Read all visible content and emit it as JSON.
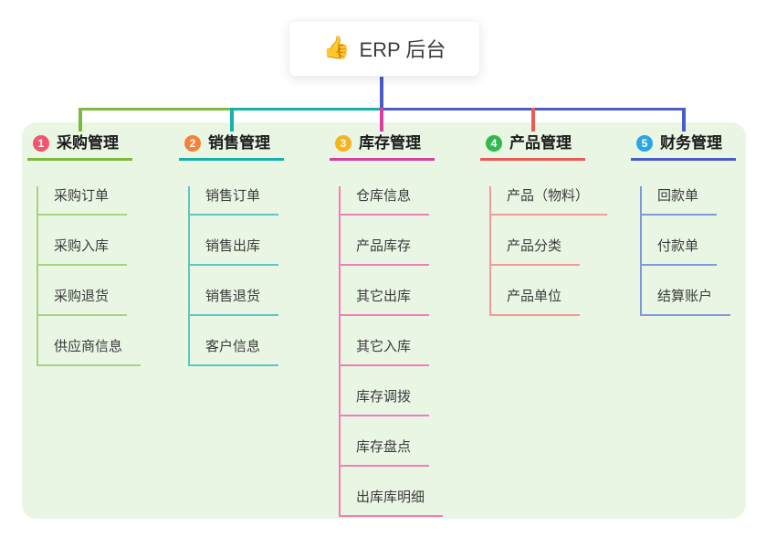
{
  "root_node": {
    "icon": "thumbs-up",
    "icon_glyph": "👍",
    "title": "ERP 后台"
  },
  "colors": {
    "panel_background": "#eaf6e4",
    "root_connector": "#4a5cc8"
  },
  "connector": {
    "segments": [
      {
        "name": "left-green",
        "color": "#7cb93f"
      },
      {
        "name": "mid-teal",
        "color": "#16b2a9"
      },
      {
        "name": "right-blue",
        "color": "#4a5cc8"
      }
    ],
    "drops": [
      {
        "branch": "1",
        "color": "#7cb93f"
      },
      {
        "branch": "2",
        "color": "#16b2a9"
      },
      {
        "branch": "3",
        "color": "#d6409f"
      },
      {
        "branch": "4",
        "color": "#ec5a56"
      },
      {
        "branch": "5",
        "color": "#4a5cc8"
      }
    ]
  },
  "branches": [
    {
      "badge": "1",
      "title": "采购管理",
      "colors": {
        "badge": "#f2566e",
        "line": "#7cb93f",
        "child_line": "#a8d380"
      },
      "children": [
        "采购订单",
        "采购入库",
        "采购退货",
        "供应商信息"
      ]
    },
    {
      "badge": "2",
      "title": "销售管理",
      "colors": {
        "badge": "#f58238",
        "line": "#16b2a9",
        "child_line": "#5fc7bf"
      },
      "children": [
        "销售订单",
        "销售出库",
        "销售退货",
        "客户信息"
      ]
    },
    {
      "badge": "3",
      "title": "库存管理",
      "colors": {
        "badge": "#f8b31f",
        "line": "#d6409f",
        "child_line": "#ef7fba"
      },
      "children": [
        "仓库信息",
        "产品库存",
        "其它出库",
        "其它入库",
        "库存调拨",
        "库存盘点",
        "出库库明细"
      ]
    },
    {
      "badge": "4",
      "title": "产品管理",
      "colors": {
        "badge": "#30ba4e",
        "line": "#ec5a56",
        "child_line": "#f59a92"
      },
      "children": [
        "产品（物料）",
        "产品分类",
        "产品单位"
      ]
    },
    {
      "badge": "5",
      "title": "财务管理",
      "colors": {
        "badge": "#2ba6e0",
        "line": "#4a5cc8",
        "child_line": "#8099d9"
      },
      "children": [
        "回款单",
        "付款单",
        "结算账户"
      ]
    }
  ]
}
